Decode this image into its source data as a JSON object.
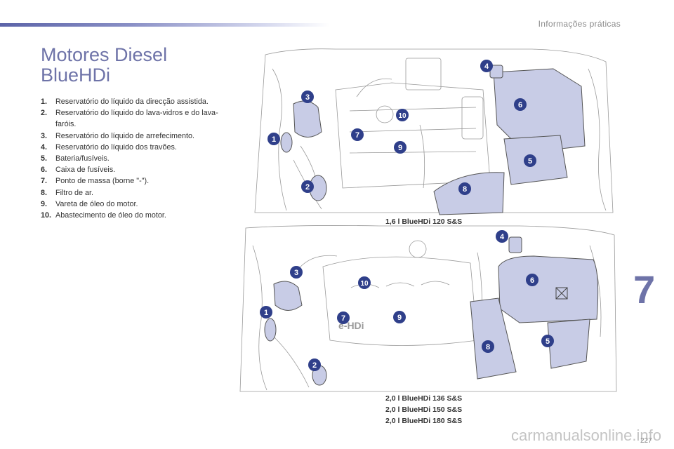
{
  "header": {
    "section": "Informações práticas"
  },
  "title": {
    "line1": "Motores Diesel",
    "line2": "BlueHDi"
  },
  "legend": [
    {
      "num": "1.",
      "text": "Reservatório do líquido da direcção assistida."
    },
    {
      "num": "2.",
      "text": "Reservatório do líquido do lava-vidros e do lava-faróis."
    },
    {
      "num": "3.",
      "text": "Reservatório do líquido de arrefecimento."
    },
    {
      "num": "4.",
      "text": "Reservatório do líquido dos travões."
    },
    {
      "num": "5.",
      "text": "Bateria/fusíveis."
    },
    {
      "num": "6.",
      "text": "Caixa de fusíveis."
    },
    {
      "num": "7.",
      "text": "Ponto de massa (borne \"-\")."
    },
    {
      "num": "8.",
      "text": "Filtro de ar."
    },
    {
      "num": "9.",
      "text": "Vareta de óleo do motor."
    },
    {
      "num": "10.",
      "text": "Abastecimento de óleo do motor."
    }
  ],
  "diagram1": {
    "caption": "1,6 l BlueHDi 120 S&S",
    "badges": [
      "1",
      "2",
      "3",
      "4",
      "5",
      "6",
      "7",
      "8",
      "9",
      "10"
    ]
  },
  "diagram2": {
    "engine_label": "e-HDi",
    "captions": [
      "2,0 l BlueHDi 136 S&S",
      "2,0 l BlueHDi 150 S&S",
      "2,0 l BlueHDi 180 S&S"
    ],
    "badges": [
      "1",
      "2",
      "3",
      "4",
      "5",
      "6",
      "7",
      "8",
      "9",
      "10"
    ]
  },
  "chapter": "7",
  "page_number": "227",
  "watermark": "carmanualsonline.info",
  "colors": {
    "accent": "#6e73a8",
    "badge": "#2f3f8a",
    "part_fill": "#c8cce6"
  }
}
